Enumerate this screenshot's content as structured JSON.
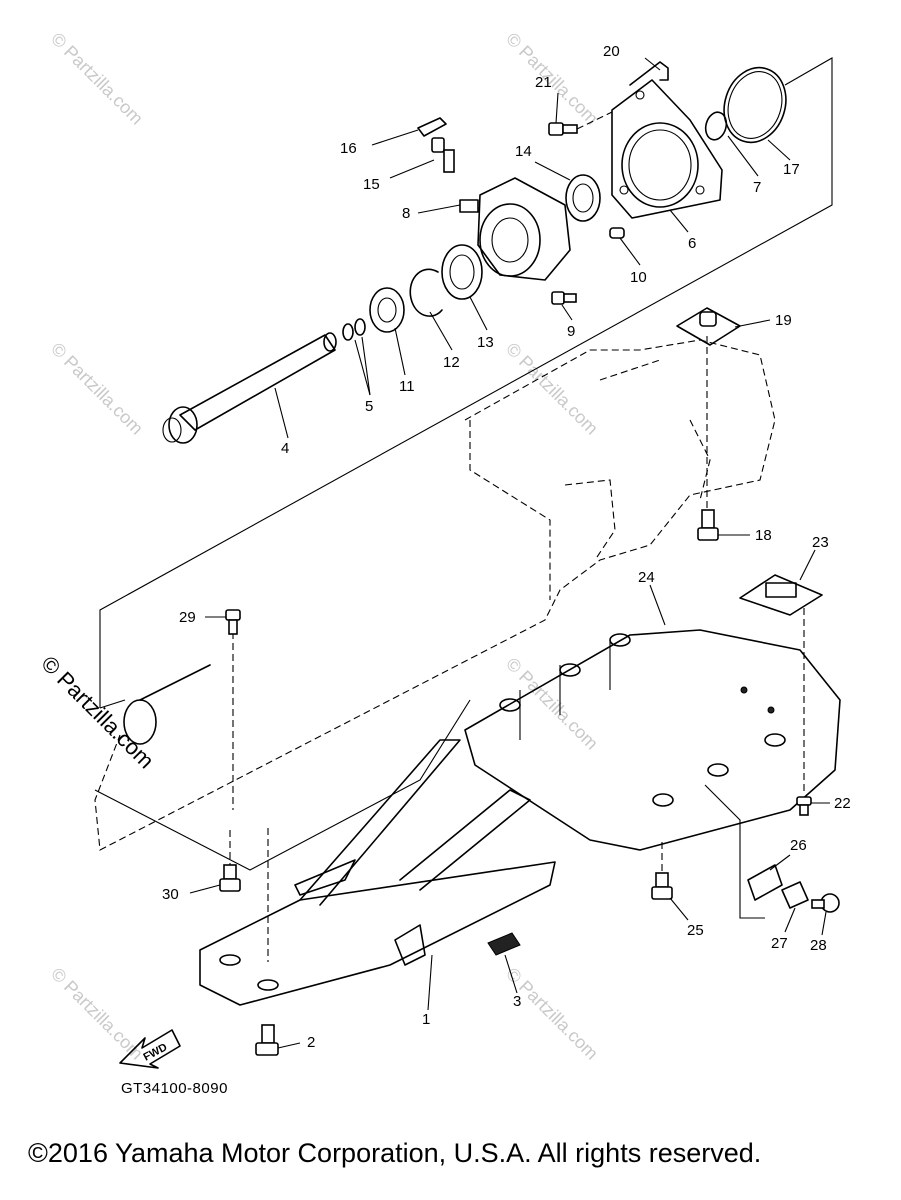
{
  "diagram": {
    "reference_code": "GT34100-8090",
    "copyright": "©2016  Yamaha Motor Corporation, U.S.A. All rights reserved.",
    "fwd_label": "FWD",
    "watermark": "© Partzilla.com",
    "callouts": [
      "1",
      "2",
      "3",
      "4",
      "5",
      "6",
      "7",
      "8",
      "9",
      "10",
      "11",
      "12",
      "13",
      "14",
      "15",
      "16",
      "17",
      "18",
      "19",
      "20",
      "21",
      "22",
      "23",
      "24",
      "25",
      "26",
      "27",
      "28",
      "29",
      "30"
    ]
  }
}
